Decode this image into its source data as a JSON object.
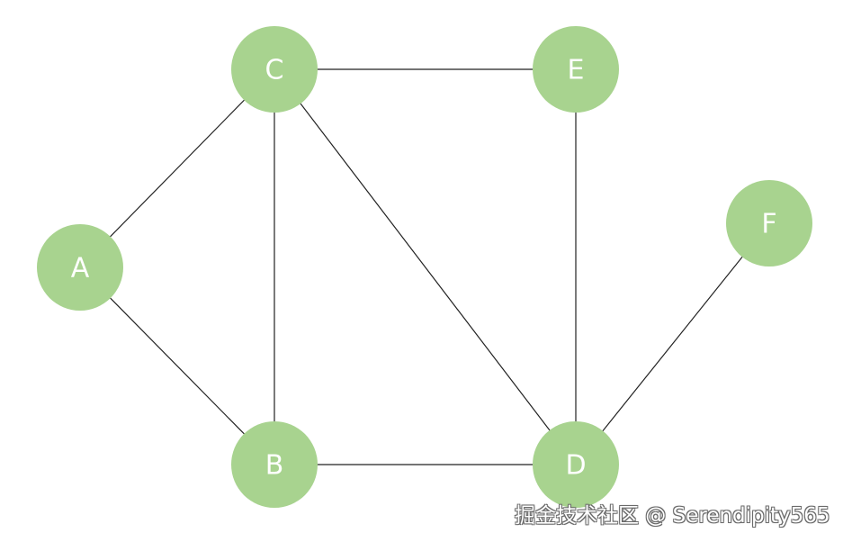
{
  "graph": {
    "node_color": "#a8d38f",
    "edge_color": "#222222",
    "label_color": "#ffffff",
    "nodes": [
      {
        "id": "A",
        "label": "A"
      },
      {
        "id": "B",
        "label": "B"
      },
      {
        "id": "C",
        "label": "C"
      },
      {
        "id": "D",
        "label": "D"
      },
      {
        "id": "E",
        "label": "E"
      },
      {
        "id": "F",
        "label": "F"
      }
    ],
    "edges": [
      [
        "A",
        "C"
      ],
      [
        "A",
        "B"
      ],
      [
        "C",
        "B"
      ],
      [
        "C",
        "E"
      ],
      [
        "C",
        "D"
      ],
      [
        "B",
        "D"
      ],
      [
        "E",
        "D"
      ],
      [
        "F",
        "D"
      ]
    ]
  },
  "watermark": {
    "text": "掘金技术社区 @ Serendipity565"
  }
}
